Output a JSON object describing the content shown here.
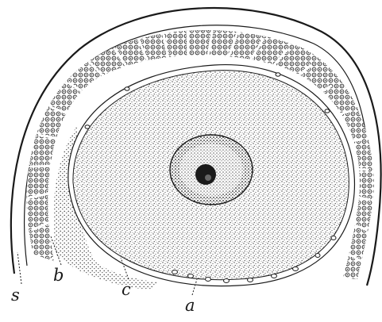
{
  "figure": {
    "labels": {
      "s": "s",
      "b": "b",
      "c": "c",
      "a": "a"
    },
    "colors": {
      "ink": "#1a1a1a",
      "paper": "#ffffff",
      "stipple": "#555555"
    }
  }
}
